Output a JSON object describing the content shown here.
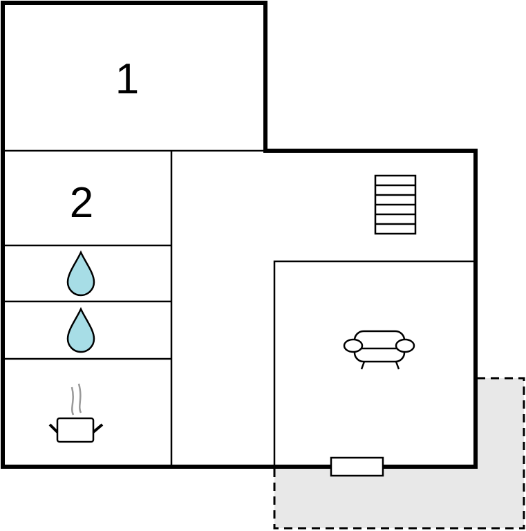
{
  "rooms": [
    {
      "id": "bedroom-1",
      "label": "1"
    },
    {
      "id": "bedroom-2",
      "label": "2"
    }
  ],
  "icons": [
    "bathroom-water-drop-icon",
    "bathroom-water-drop-icon",
    "kitchen-pot-icon",
    "stairs-icon",
    "sofa-icon",
    "door-icon"
  ],
  "colors": {
    "wall": "#000000",
    "water": "#a7dde6",
    "terrace": "#e8e8e8",
    "steam": "#999999"
  }
}
